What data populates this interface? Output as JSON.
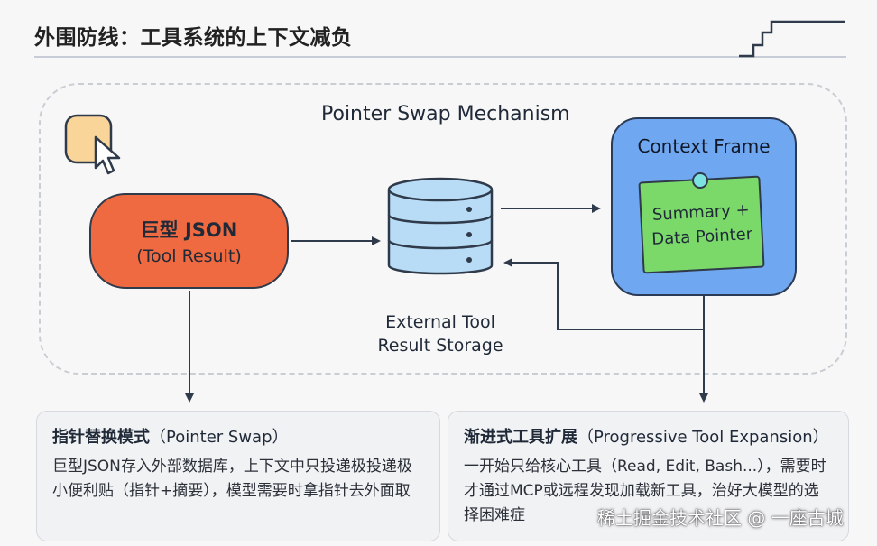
{
  "header": {
    "title": "外围防线：工具系统的上下文减负"
  },
  "diagram": {
    "title": "Pointer Swap Mechanism",
    "json_node": {
      "line1": "巨型 JSON",
      "line2": "(Tool Result)"
    },
    "storage": {
      "line1": "External Tool",
      "line2": "Result Storage"
    },
    "context_frame": {
      "title": "Context Frame",
      "note_line1": "Summary +",
      "note_line2": "Data Pointer"
    }
  },
  "cards": {
    "left": {
      "heading_bold": "指针替换模式",
      "heading_rest": "（Pointer Swap）",
      "body": "巨型JSON存入外部数据库，上下文中只投递极投递极小便利贴（指针+摘要），模型需要时拿指针去外面取"
    },
    "right": {
      "heading_bold": "渐进式工具扩展",
      "heading_rest": "（Progressive Tool Expansion）",
      "body": "一开始只给核心工具（Read, Edit, Bash...），需要时才通过MCP或远程发现加载新工具，治好大模型的选择困难症"
    }
  },
  "watermark": "稀土掘金技术社区 @ 一座古城",
  "colors": {
    "json_node": "#ef6a40",
    "context_frame": "#6fa8f0",
    "note_card": "#7bd96a",
    "database": "#b9dcf6",
    "cursor_tile": "#f9d59a",
    "arrow": "#2f3a4a"
  },
  "icons": [
    "cursor-icon",
    "database-icon",
    "pin-icon",
    "stairs-icon"
  ]
}
